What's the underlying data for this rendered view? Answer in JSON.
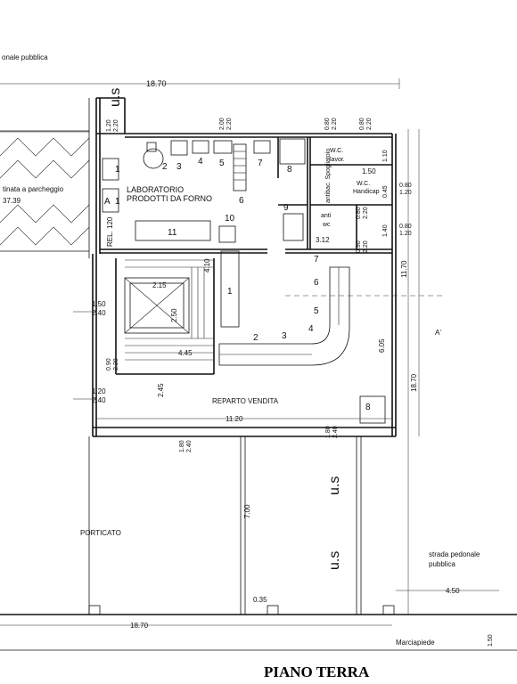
{
  "title": "PIANO TERRA",
  "areas": {
    "top_left": "onale pubblica",
    "parking": "tinata a parcheggio",
    "parking_area": "37.39",
    "lab_line1": "LABORATORIO",
    "lab_line2": "PRODOTTI DA FORNO",
    "sales": "REPARTO VENDITA",
    "porticato": "PORTICATO",
    "street_line1": "strada pedonale",
    "street_line2": "pubblica",
    "sidewalk": "Marciapiede",
    "wc_lavor_1": "W.C.",
    "wc_lavor_2": "lavor.",
    "wc_handicap_1": "W.C.",
    "wc_handicap_2": "Handicap",
    "anti_wc_1": "anti",
    "anti_wc_2": "wc",
    "us": "u.s"
  },
  "dimensions": {
    "d18_70_top": "18.70",
    "d18_70_bottom": "18.70",
    "d18_70_right": "18.70",
    "d11_70": "11.70",
    "d11_20": "11.20",
    "d6_05": "6.05",
    "d7_00": "7.00",
    "d4_50": "4.50",
    "d4_45": "4.45",
    "d4_10": "4.10",
    "d3_12": "3.12",
    "d2_45": "2.45",
    "d2_15": "2.15",
    "d2_50": "2.50",
    "d1_50_sidewalk": "1.50",
    "d0_35": "0.35",
    "d1_50_wc": "1.50",
    "rel": "REL. 120",
    "w_1_50": "1.50",
    "w_2_40a": "2.40",
    "w_1_20": "1.20",
    "w_2_40b": "2.40",
    "w_0_90": "0.90",
    "w_2_20": "2.20",
    "d1_20_top": "1.20",
    "d2_20_top": "2.20",
    "d2_00": "2.00",
    "d2_20_b": "2.20",
    "d0_80a": "0.80",
    "d2_20_c": "2.20",
    "d0_80b": "0.80",
    "d2_20_d": "2.20",
    "d1_10": "1.10",
    "d0_45": "0.45",
    "d0_80c": "0.80",
    "d1_20c": "1.20",
    "d0_80d": "0.80",
    "d1_20d": "1.20",
    "d0_80e": "0.80",
    "d2_20_e": "2.20",
    "d1_40": "1.40",
    "d0_90b": "0.90",
    "d2_20_f": "2.20",
    "d1_80": "1.80",
    "d2_40c": "2.40",
    "d1_80b": "1.80",
    "d2_40d": "2.40",
    "section": "A'"
  },
  "lab_numbers": [
    "1",
    "1",
    "2",
    "3",
    "4",
    "5",
    "6",
    "7",
    "8",
    "9",
    "10",
    "11"
  ],
  "sales_numbers": [
    "1",
    "2",
    "3",
    "4",
    "5",
    "6",
    "7",
    "8"
  ],
  "letter_a": "A",
  "antibac": "antibac. Spogliatoio"
}
